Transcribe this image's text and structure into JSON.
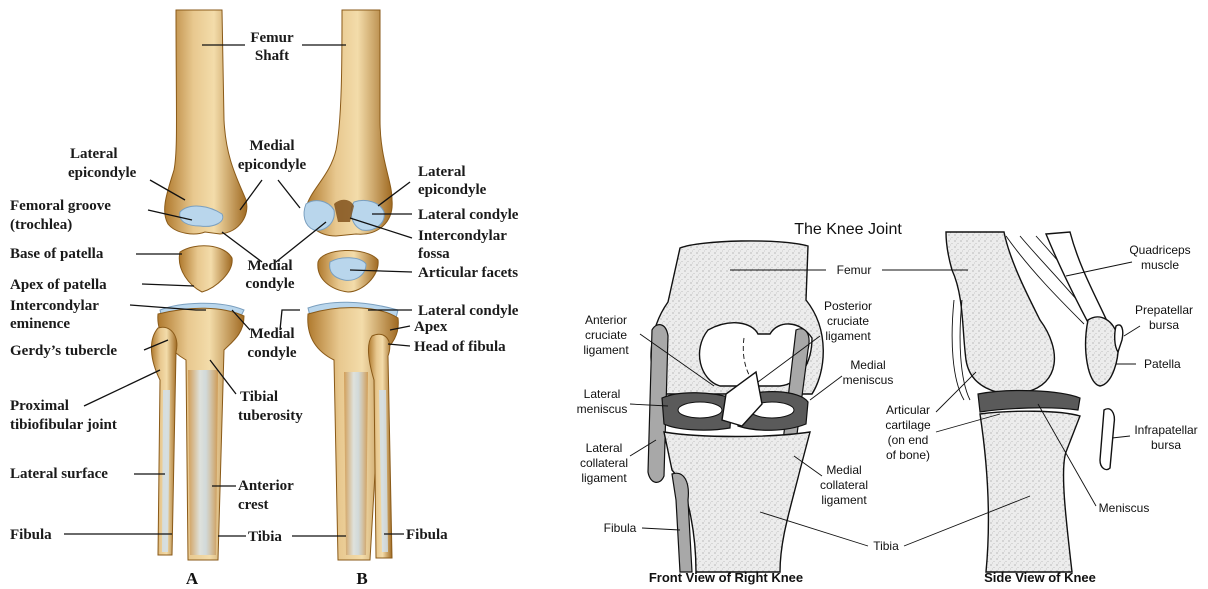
{
  "left_panel": {
    "labels": {
      "femur_shaft_1": "Femur",
      "femur_shaft_2": "Shaft",
      "lateral_epicondyle_a_1": "Lateral",
      "lateral_epicondyle_a_2": "epicondyle",
      "medial_epicondyle_1": "Medial",
      "medial_epicondyle_2": "epicondyle",
      "lateral_epicondyle_b_1": "Lateral",
      "lateral_epicondyle_b_2": "epicondyle",
      "femoral_groove_1": "Femoral groove",
      "femoral_groove_2": "(trochlea)",
      "lateral_condyle_upper": "Lateral condyle",
      "intercondylar_fossa_1": "Intercondylar",
      "intercondylar_fossa_2": "fossa",
      "base_of_patella": "Base of patella",
      "medial_condyle_upper_1": "Medial",
      "medial_condyle_upper_2": "condyle",
      "articular_facets": "Articular facets",
      "apex_of_patella": "Apex of patella",
      "intercondylar_eminence_1": "Intercondylar",
      "intercondylar_eminence_2": "eminence",
      "lateral_condyle_lower": "Lateral condyle",
      "medial_condyle_lower_1": "Medial",
      "medial_condyle_lower_2": "condyle",
      "apex": "Apex",
      "gerdys_tubercle": "Gerdy’s tubercle",
      "head_of_fibula": "Head of fibula",
      "tibial_tuberosity_1": "Tibial",
      "tibial_tuberosity_2": "tuberosity",
      "proximal_joint_1": "Proximal",
      "proximal_joint_2": "tibiofibular joint",
      "lateral_surface": "Lateral surface",
      "anterior_crest_1": "Anterior",
      "anterior_crest_2": "crest",
      "fibula_a": "Fibula",
      "tibia": "Tibia",
      "fibula_b": "Fibula"
    },
    "panel_a": "A",
    "panel_b": "B"
  },
  "right_panel": {
    "title": "The Knee Joint",
    "labels": {
      "femur": "Femur",
      "anterior_cruciate_1": "Anterior",
      "anterior_cruciate_2": "cruciate",
      "anterior_cruciate_3": "ligament",
      "posterior_cruciate_1": "Posterior",
      "posterior_cruciate_2": "cruciate",
      "posterior_cruciate_3": "ligament",
      "medial_meniscus_1": "Medial",
      "medial_meniscus_2": "meniscus",
      "lateral_meniscus_1": "Lateral",
      "lateral_meniscus_2": "meniscus",
      "lateral_collateral_1": "Lateral",
      "lateral_collateral_2": "collateral",
      "lateral_collateral_3": "ligament",
      "medial_collateral_1": "Medial",
      "medial_collateral_2": "collateral",
      "medial_collateral_3": "ligament",
      "fibula": "Fibula",
      "tibia": "Tibia",
      "quadriceps_1": "Quadriceps",
      "quadriceps_2": "muscle",
      "prepatellar_1": "Prepatellar",
      "prepatellar_2": "bursa",
      "patella": "Patella",
      "articular_cartilage_1": "Articular",
      "articular_cartilage_2": "cartilage",
      "articular_cartilage_3": "(on end",
      "articular_cartilage_4": "of bone)",
      "infrapatellar_1": "Infrapatellar",
      "infrapatellar_2": "bursa",
      "meniscus": "Meniscus"
    },
    "caption_front": "Front View of Right Knee",
    "caption_side": "Side View of Knee"
  }
}
